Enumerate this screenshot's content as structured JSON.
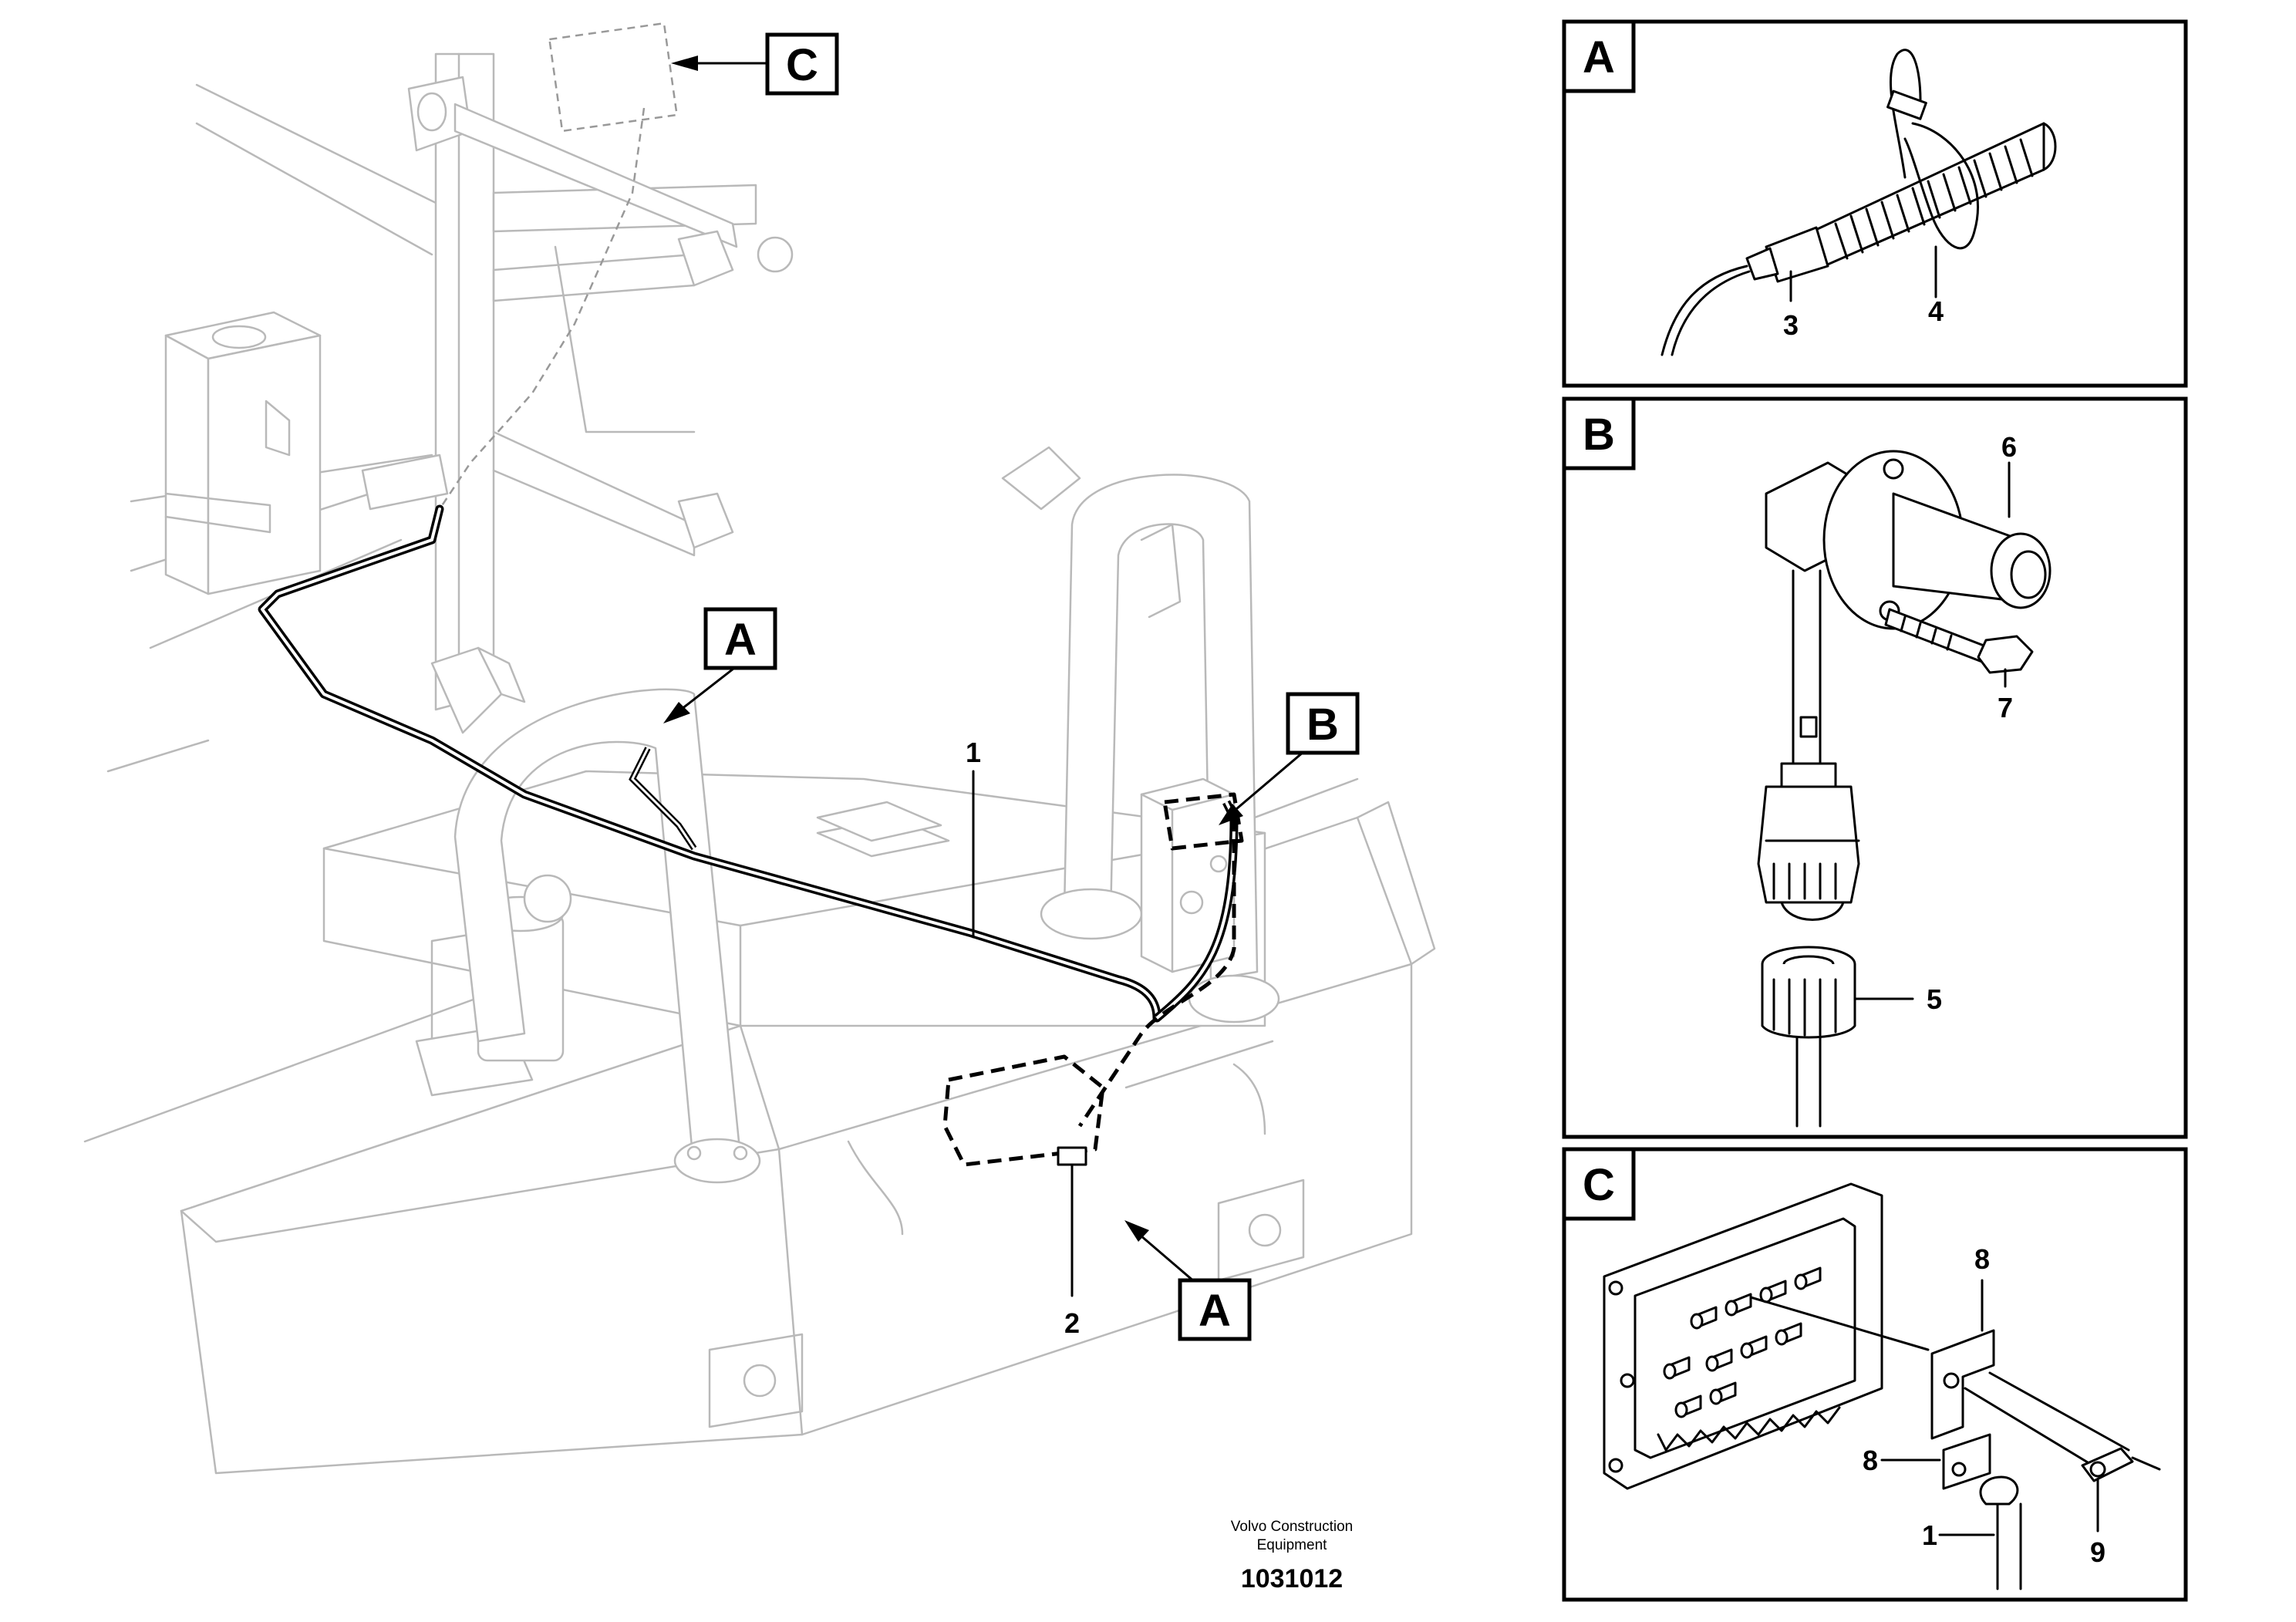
{
  "main_view": {
    "tags": {
      "c_top": "C",
      "a_mid": "A",
      "b_mid": "B",
      "a_low": "A"
    },
    "callouts": {
      "cable": "1",
      "sensor": "2"
    }
  },
  "detail_a": {
    "letter": "A",
    "callouts": {
      "sensor_tip": "3",
      "cable_tie": "4"
    }
  },
  "detail_b": {
    "letter": "B",
    "callouts": {
      "nut": "5",
      "sensor_body": "6",
      "screw": "7"
    }
  },
  "detail_c": {
    "letter": "C",
    "callouts": {
      "cable": "1",
      "bracket_upper": "8",
      "bracket_lower": "8",
      "connector": "9"
    }
  },
  "footer": {
    "line1": "Volvo Construction",
    "line2": "Equipment",
    "number": "1031012"
  }
}
